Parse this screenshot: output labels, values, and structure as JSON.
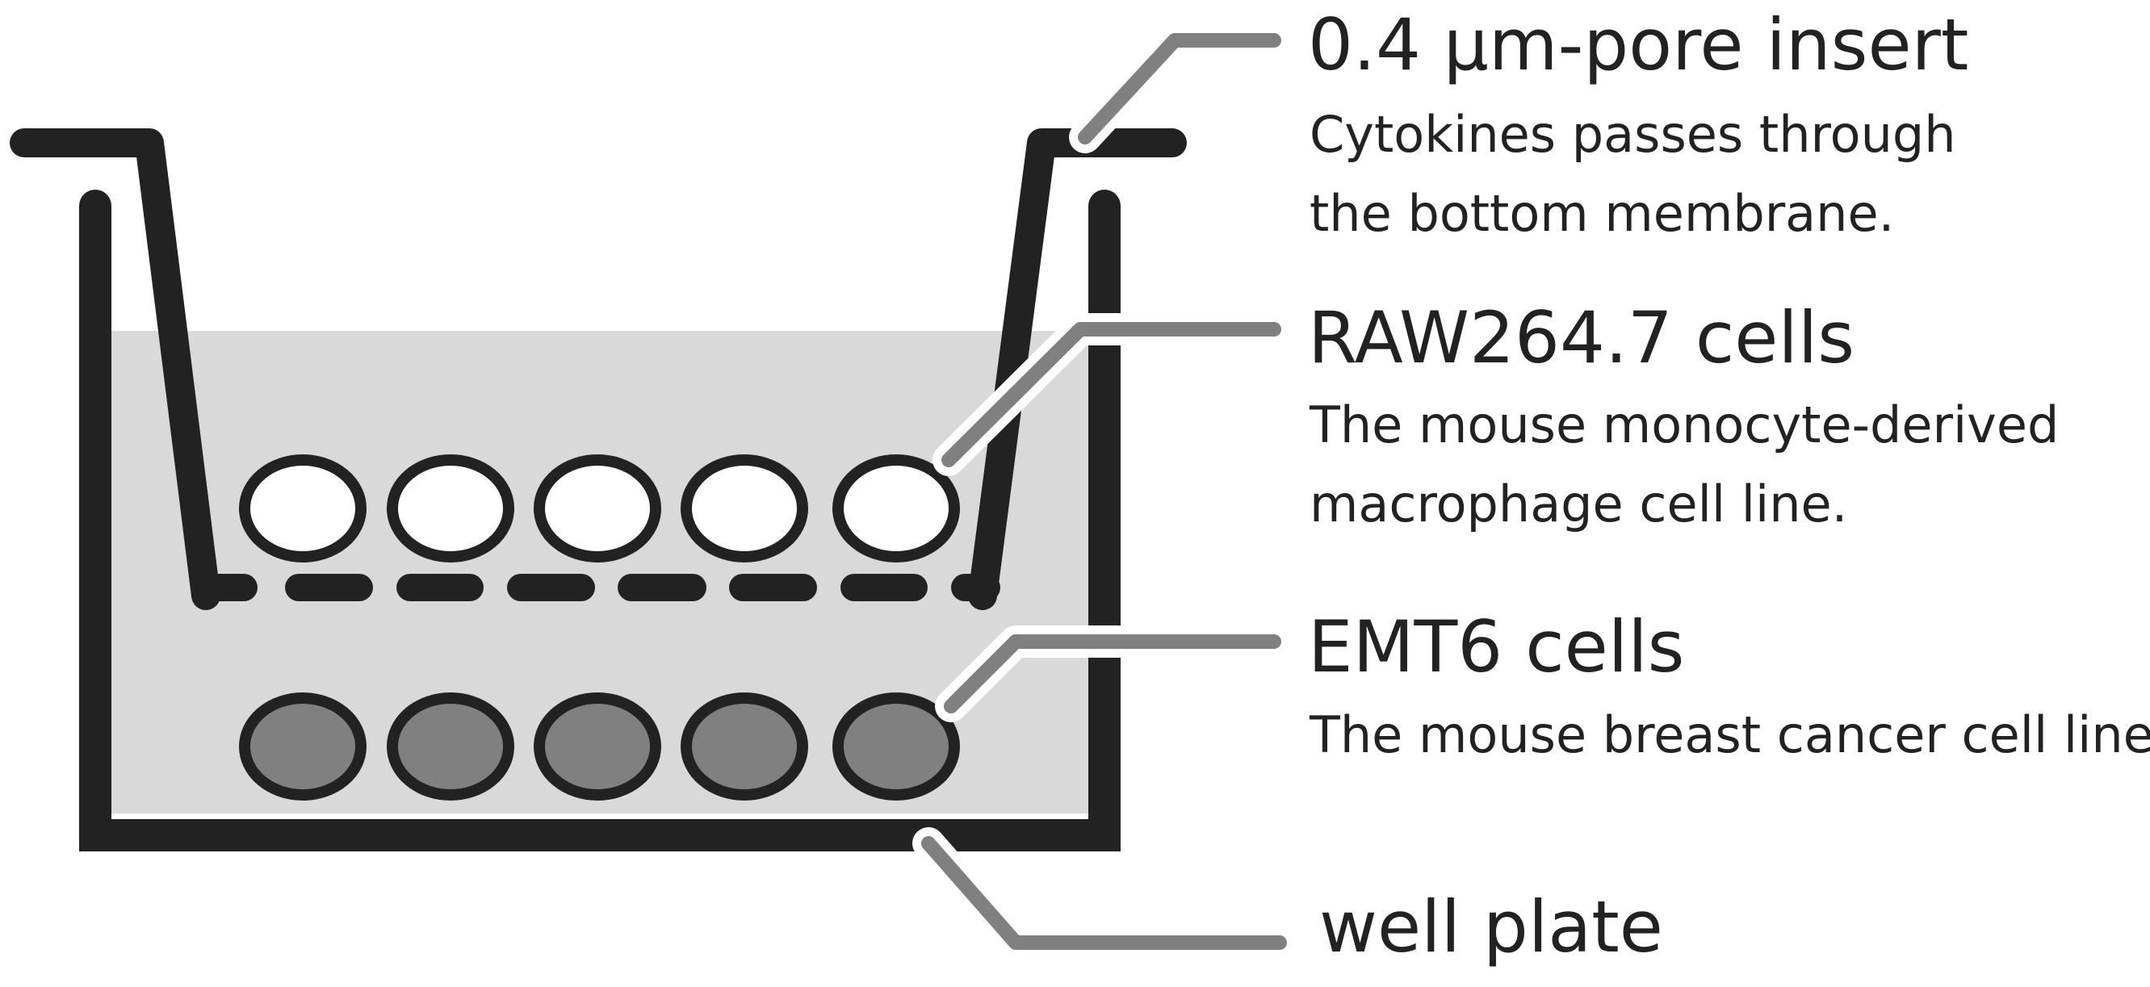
{
  "labels": {
    "insert": {
      "title": "0.4 µm-pore insert",
      "description": [
        "Cytokines passes through",
        "the bottom membrane."
      ]
    },
    "raw": {
      "title": "RAW264.7 cells",
      "description": [
        "The mouse monocyte-derived",
        "macrophage cell line."
      ]
    },
    "emt": {
      "title": "EMT6 cells",
      "description": [
        "The mouse breast cancer cell line."
      ]
    },
    "well": {
      "title": "well plate"
    }
  },
  "colors": {
    "outline": "#222222",
    "medium": "#d9d9d9",
    "raw_cell_fill": "#ffffff",
    "emt_cell_fill": "#808080",
    "leader": "#808080"
  }
}
